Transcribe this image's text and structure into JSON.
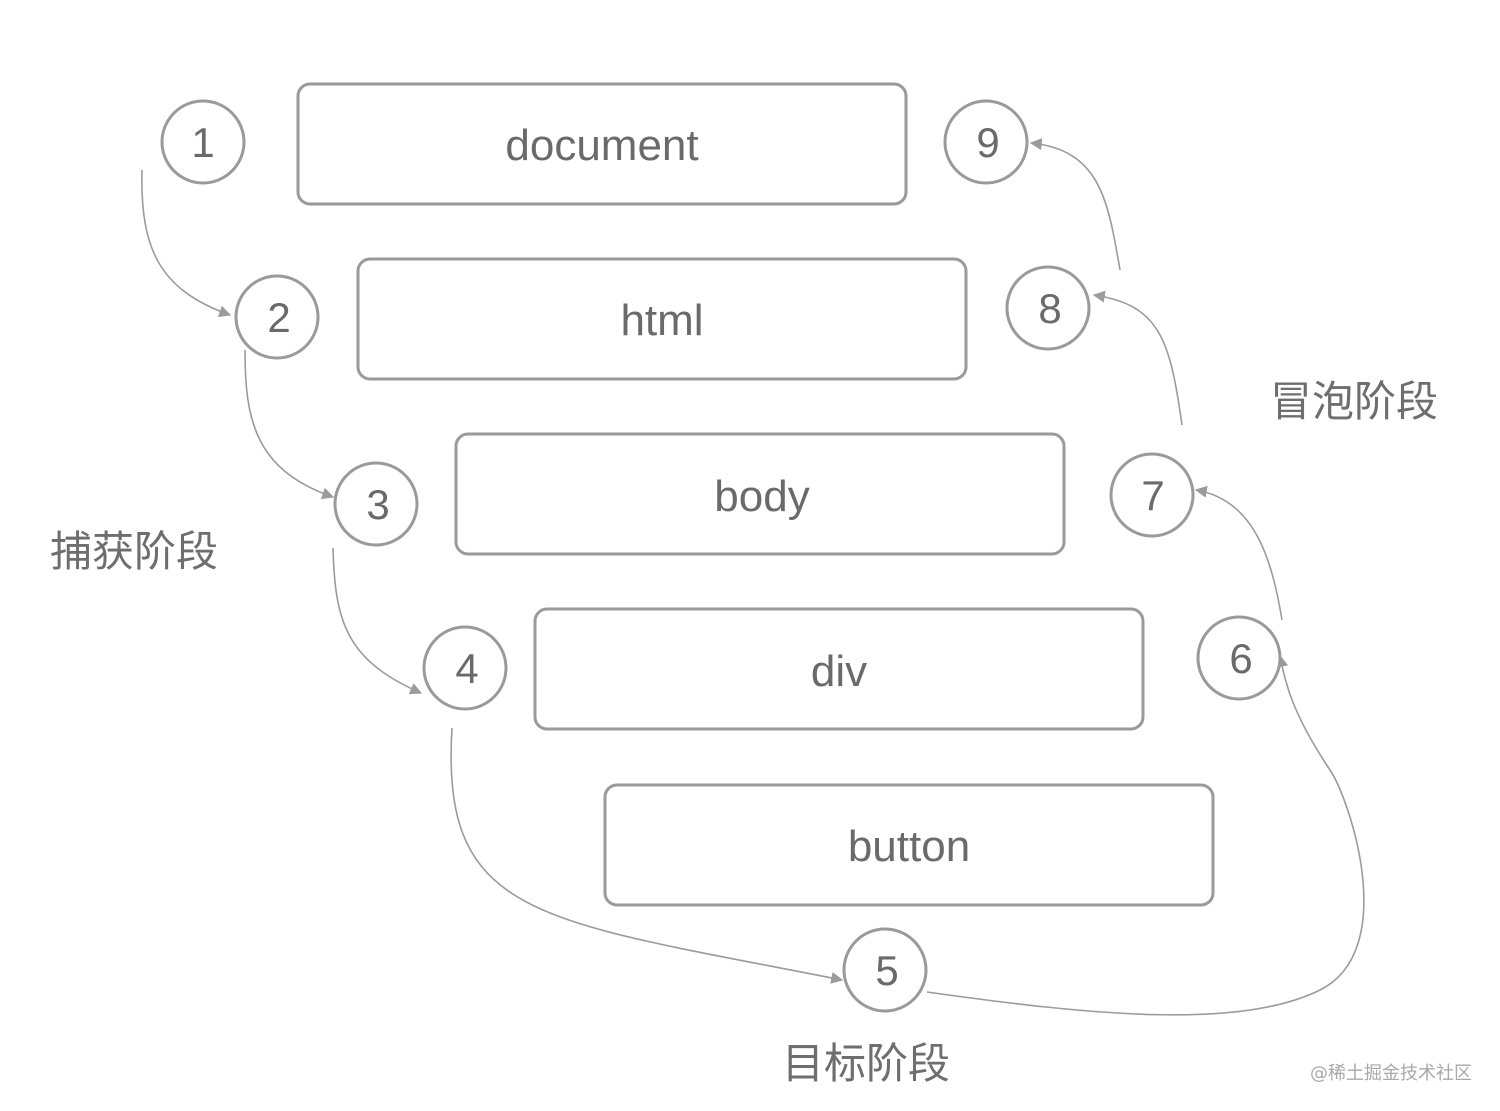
{
  "nodes": {
    "document": "document",
    "html": "html",
    "body": "body",
    "div": "div",
    "button": "button"
  },
  "steps": [
    "1",
    "2",
    "3",
    "4",
    "5",
    "6",
    "7",
    "8",
    "9"
  ],
  "phases": {
    "capture": "捕获阶段",
    "target": "目标阶段",
    "bubble": "冒泡阶段"
  },
  "watermark": "@稀土掘金技术社区"
}
